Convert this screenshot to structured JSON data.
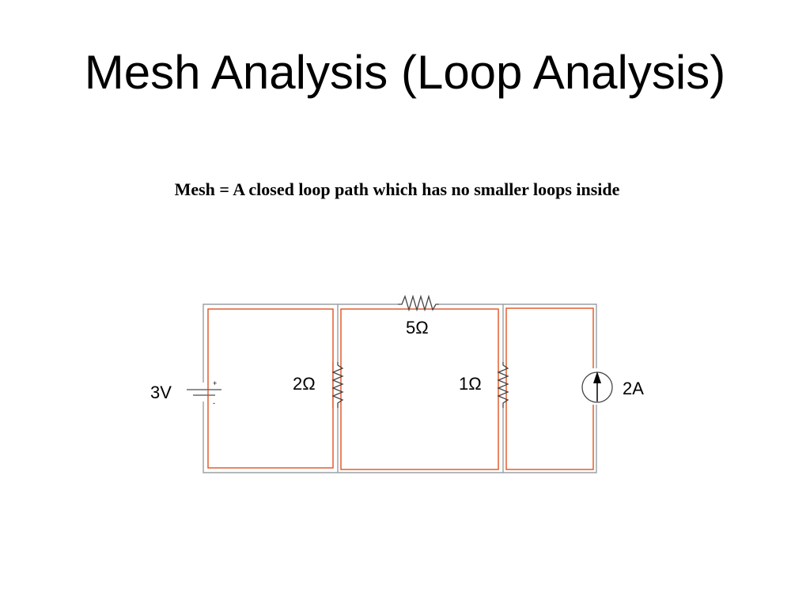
{
  "slide": {
    "title": "Mesh Analysis (Loop Analysis)",
    "definition": "Mesh = A closed loop path which has no smaller loops inside"
  },
  "circuit": {
    "voltage_source": {
      "label": "3V",
      "plus": "+",
      "minus": "-"
    },
    "resistor_left": {
      "label": "2Ω"
    },
    "resistor_top": {
      "label": "5Ω"
    },
    "resistor_right": {
      "label": "1Ω"
    },
    "current_source": {
      "label": "2A"
    }
  },
  "colors": {
    "wire": "#9aa0a6",
    "mesh_loop": "#e0521f",
    "text": "#000000"
  }
}
